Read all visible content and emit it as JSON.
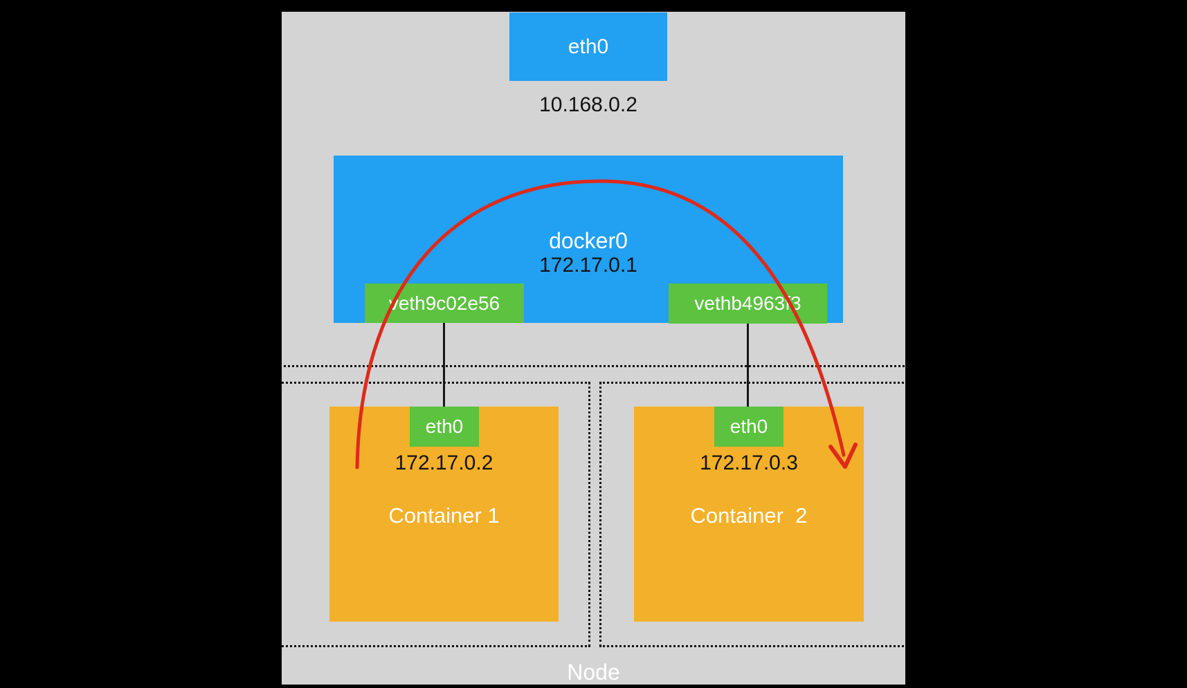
{
  "node": {
    "label": "Node"
  },
  "host": {
    "interface": "eth0",
    "ip": "10.168.0.2"
  },
  "bridge": {
    "name": "docker0",
    "ip": "172.17.0.1",
    "veth1": "veth9c02e56",
    "veth2": "vethb4963f3"
  },
  "container1": {
    "name": "Container 1",
    "interface": "eth0",
    "ip": "172.17.0.2"
  },
  "container2": {
    "name": "Container  2",
    "interface": "eth0",
    "ip": "172.17.0.3"
  },
  "colors": {
    "background": "#000000",
    "node_gray": "#d4d4d4",
    "blue": "#22a0f2",
    "green": "#5cc23f",
    "orange": "#f3b02a",
    "red_arrow": "#de2a1b",
    "dotted_line": "#111111",
    "text_dark": "#121212",
    "text_light": "#ffffff"
  }
}
